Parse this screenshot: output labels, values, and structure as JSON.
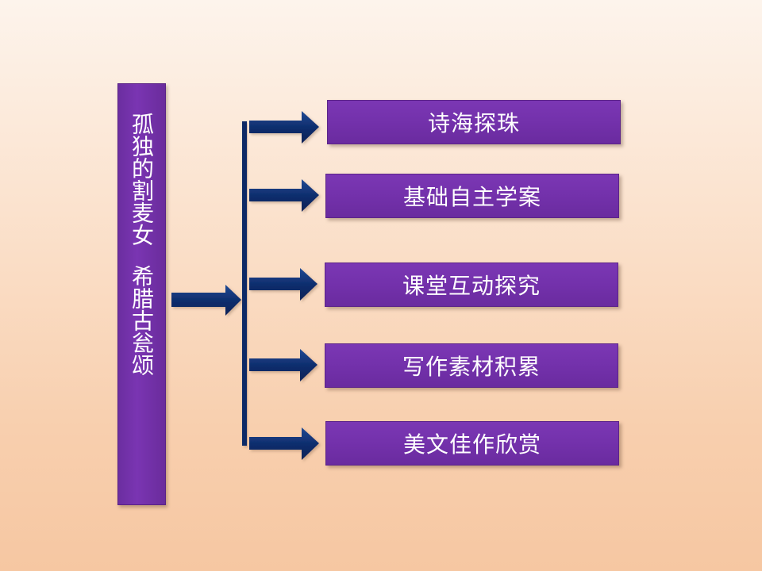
{
  "title": {
    "part1": "孤独的割麦女",
    "part2": "希腊古瓮颂"
  },
  "items": [
    {
      "label": "诗海探珠"
    },
    {
      "label": "基础自主学案"
    },
    {
      "label": "课堂互动探究"
    },
    {
      "label": "写作素材积累"
    },
    {
      "label": "美文佳作欣赏"
    }
  ],
  "colors": {
    "box_fill": "#7331ab",
    "arrow_fill": "#0d2a66",
    "text": "#ffffff"
  }
}
